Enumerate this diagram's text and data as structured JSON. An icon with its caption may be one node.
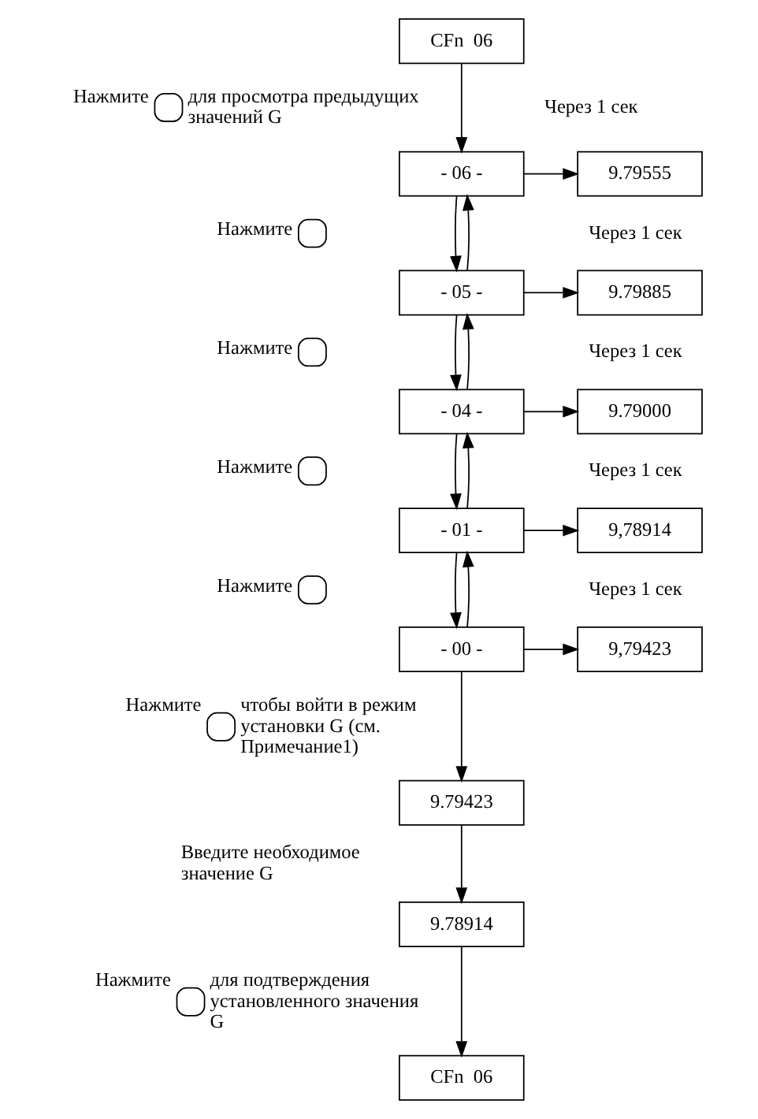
{
  "diagram": {
    "nodes": [
      {
        "text": [
          "CFn  06"
        ]
      },
      {
        "text": [
          "- 06 -"
        ]
      },
      {
        "text": [
          "9.79555"
        ]
      },
      {
        "text": [
          "- 05 -"
        ]
      },
      {
        "text": [
          "9.79885"
        ]
      },
      {
        "text": [
          "- 04 -"
        ]
      },
      {
        "text": [
          "9.79000"
        ]
      },
      {
        "text": [
          "- 01 -"
        ]
      },
      {
        "text": [
          "9,78914"
        ]
      },
      {
        "text": [
          "- 00 -"
        ]
      },
      {
        "text": [
          "9,79423"
        ]
      },
      {
        "text": [
          "9.79423"
        ]
      },
      {
        "text": [
          "9.78914"
        ]
      },
      {
        "text": [
          "CFn  06"
        ]
      }
    ],
    "edges": [
      {
        "from": 0,
        "to": 1,
        "arrow": "to"
      },
      {
        "from": 1,
        "to": 2,
        "arrow": "to"
      },
      {
        "from": 1,
        "to": 3,
        "arrow": "to"
      },
      {
        "from": 3,
        "to": 1,
        "arrow": "to"
      },
      {
        "from": 3,
        "to": 4,
        "arrow": "to"
      },
      {
        "from": 3,
        "to": 5,
        "arrow": "to"
      },
      {
        "from": 5,
        "to": 3,
        "arrow": "to"
      },
      {
        "from": 5,
        "to": 6,
        "arrow": "to"
      },
      {
        "from": 5,
        "to": 7,
        "arrow": "to"
      },
      {
        "from": 7,
        "to": 5,
        "arrow": "to"
      },
      {
        "from": 7,
        "to": 8,
        "arrow": "to"
      },
      {
        "from": 7,
        "to": 9,
        "arrow": "to"
      },
      {
        "from": 9,
        "to": 7,
        "arrow": "to"
      },
      {
        "from": 9,
        "to": 10,
        "arrow": "to"
      },
      {
        "from": 9,
        "to": 11,
        "arrow": "to"
      },
      {
        "from": 11,
        "to": 12,
        "arrow": "to"
      },
      {
        "from": 12,
        "to": 13,
        "arrow": "to"
      }
    ],
    "labels": [
      "Нажмите для просмотра предыдущих значений G",
      "Через 1 сек",
      "Нажмите",
      "Через 1 сек",
      "Нажмите",
      "Через 1 сек",
      "Нажмите",
      "Через 1 сек",
      "Нажмите",
      "Через 1 сек",
      "Нажмите чтобы войти в режим установки G (см. Примечание1)",
      "Введите необходимое значение G",
      "Нажмите для подтверждения установленного значения G"
    ]
  }
}
